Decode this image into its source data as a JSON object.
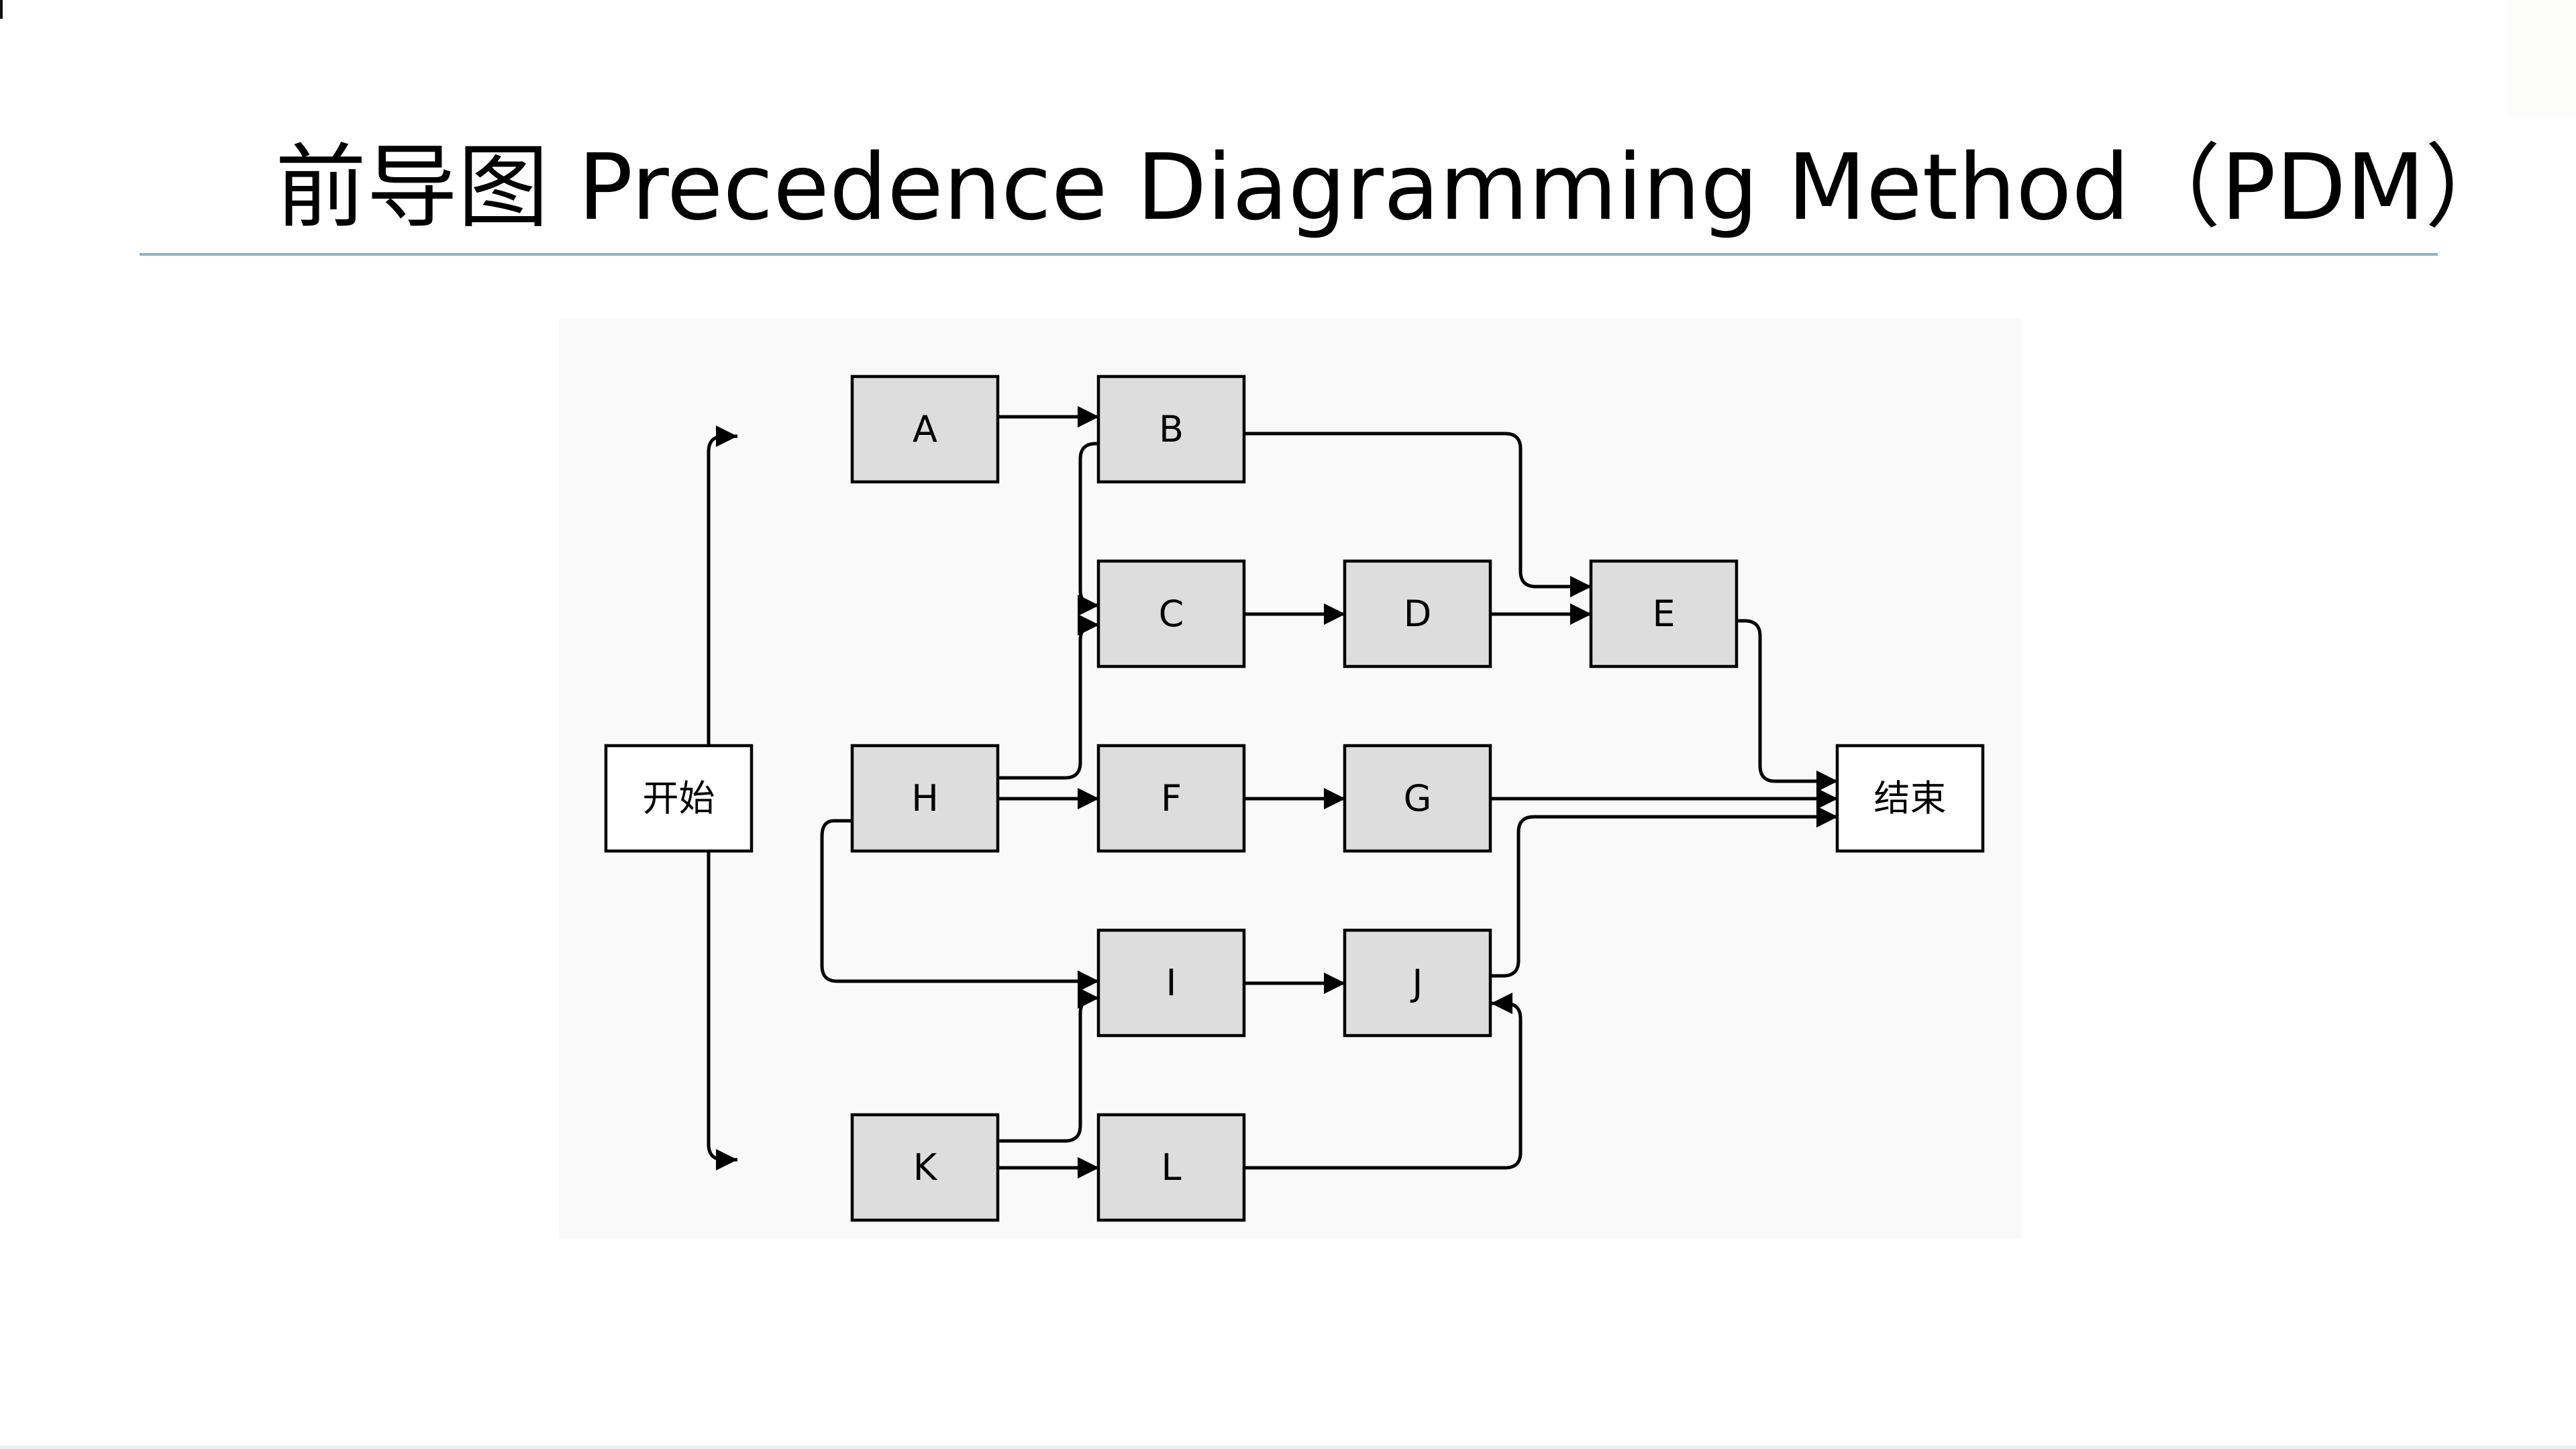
{
  "slide": {
    "title": "前导图 Precedence Diagramming Method（PDM）"
  },
  "colors": {
    "title_rule": "#8fb2c8",
    "diagram_background": "#f9f9f9",
    "activity_fill": "#dddddd",
    "milestone_fill": "#ffffff",
    "line": "#000000"
  },
  "diagram": {
    "nodes": [
      {
        "id": "start",
        "label": "开始",
        "kind": "milestone"
      },
      {
        "id": "A",
        "label": "A",
        "kind": "activity"
      },
      {
        "id": "B",
        "label": "B",
        "kind": "activity"
      },
      {
        "id": "C",
        "label": "C",
        "kind": "activity"
      },
      {
        "id": "D",
        "label": "D",
        "kind": "activity"
      },
      {
        "id": "E",
        "label": "E",
        "kind": "activity"
      },
      {
        "id": "H",
        "label": "H",
        "kind": "activity"
      },
      {
        "id": "F",
        "label": "F",
        "kind": "activity"
      },
      {
        "id": "G",
        "label": "G",
        "kind": "activity"
      },
      {
        "id": "I",
        "label": "I",
        "kind": "activity"
      },
      {
        "id": "J",
        "label": "J",
        "kind": "activity"
      },
      {
        "id": "K",
        "label": "K",
        "kind": "activity"
      },
      {
        "id": "L",
        "label": "L",
        "kind": "activity"
      },
      {
        "id": "end",
        "label": "结束",
        "kind": "milestone"
      }
    ],
    "edges": [
      {
        "from": "start",
        "to": "A"
      },
      {
        "from": "start",
        "to": "H"
      },
      {
        "from": "start",
        "to": "K"
      },
      {
        "from": "A",
        "to": "B"
      },
      {
        "from": "A",
        "to": "C"
      },
      {
        "from": "B",
        "to": "E"
      },
      {
        "from": "C",
        "to": "D"
      },
      {
        "from": "D",
        "to": "E"
      },
      {
        "from": "E",
        "to": "end"
      },
      {
        "from": "H",
        "to": "C"
      },
      {
        "from": "H",
        "to": "F"
      },
      {
        "from": "H",
        "to": "I"
      },
      {
        "from": "F",
        "to": "G"
      },
      {
        "from": "G",
        "to": "end"
      },
      {
        "from": "I",
        "to": "J"
      },
      {
        "from": "J",
        "to": "end"
      },
      {
        "from": "K",
        "to": "I"
      },
      {
        "from": "K",
        "to": "L"
      },
      {
        "from": "L",
        "to": "J"
      }
    ]
  }
}
